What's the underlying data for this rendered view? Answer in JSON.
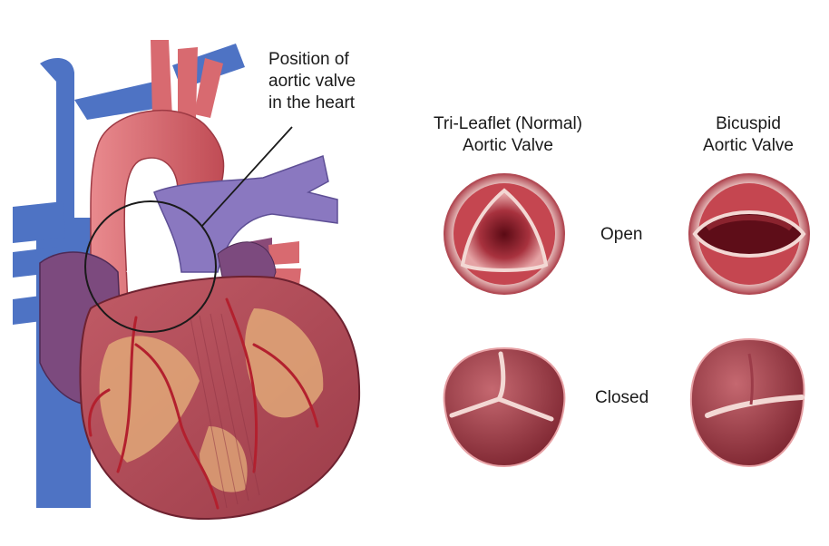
{
  "callout": {
    "line1": "Position of",
    "line2": "aortic valve",
    "line3": "in the heart"
  },
  "columns": {
    "tri_leaflet": {
      "line1": "Tri-Leaflet (Normal)",
      "line2": "Aortic Valve"
    },
    "bicuspid": {
      "line1": "Bicuspid",
      "line2": "Aortic Valve"
    }
  },
  "rows": {
    "open": "Open",
    "closed": "Closed"
  },
  "colors": {
    "vein_blue": "#4e73c4",
    "aorta_red": "#d9646a",
    "pulmonary_purple": "#8a78c0",
    "heart_muscle": "#b5505a",
    "fat_tan": "#e0a878",
    "valve_dark": "#7a1a24"
  }
}
